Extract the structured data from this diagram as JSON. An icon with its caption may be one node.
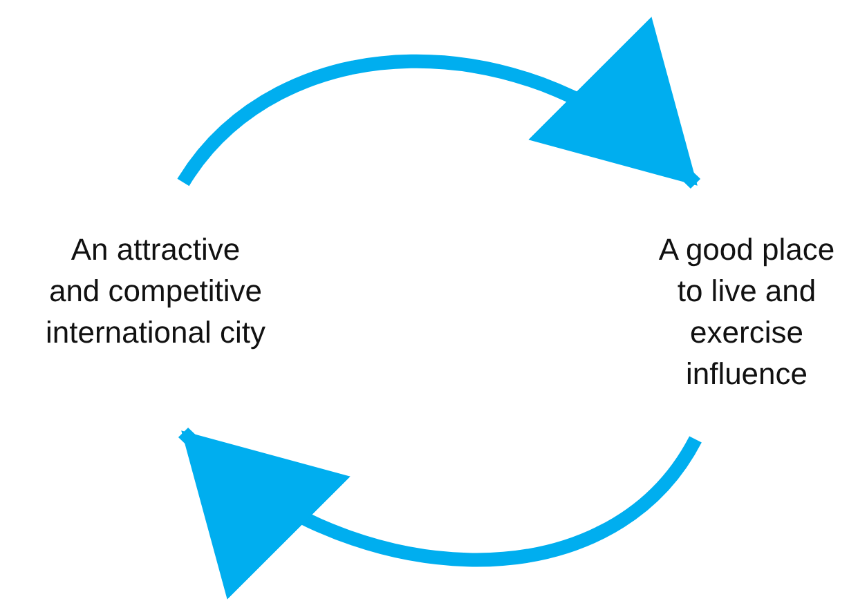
{
  "diagram": {
    "nodes": [
      {
        "text": [
          "An attractive and competitive international city"
        ]
      },
      {
        "text": [
          "A good place to live and exercise influence"
        ]
      }
    ],
    "edges": [
      {
        "from": 0,
        "to": 1,
        "arrow": "to",
        "color": "#00aeef"
      },
      {
        "from": 1,
        "to": 0,
        "arrow": "to",
        "color": "#00aeef"
      }
    ]
  }
}
